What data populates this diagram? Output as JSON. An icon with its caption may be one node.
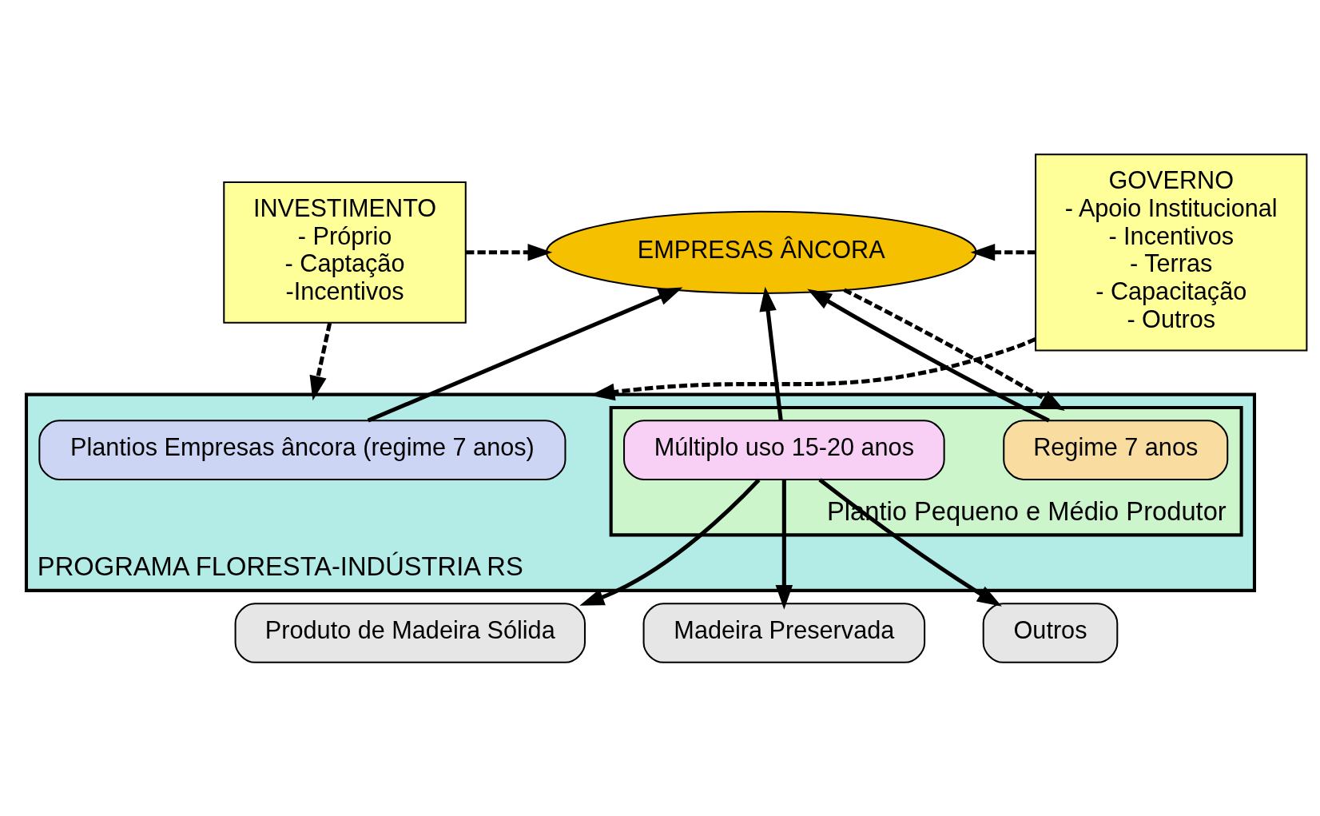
{
  "diagram": {
    "nodes": [
      {
        "text": [
          "INVESTIMENTO",
          "- Próprio",
          "- Captação",
          "-Incentivos"
        ]
      },
      {
        "text": [
          "EMPRESAS ÂNCORA"
        ]
      },
      {
        "text": [
          "GOVERNO",
          "- Apoio Institucional",
          "- Incentivos",
          "- Terras",
          "- Capacitação",
          "- Outros"
        ]
      },
      {
        "text": [
          "PROGRAMA FLORESTA-INDÚSTRIA RS"
        ]
      },
      {
        "text": [
          "Plantios Empresas âncora (regime 7 anos)"
        ],
        "in": 3
      },
      {
        "text": [
          "Plantio Pequeno e Médio Produtor"
        ],
        "in": 3
      },
      {
        "text": [
          "Regime 7 anos"
        ],
        "in": 5
      },
      {
        "text": [
          "Múltiplo uso 15-20 anos"
        ],
        "in": 5
      },
      {
        "text": [
          "Produto de Madeira Sólida"
        ]
      },
      {
        "text": [
          "Madeira Preservada"
        ]
      },
      {
        "text": [
          "Outros"
        ]
      }
    ],
    "edges": [
      {
        "from": 0,
        "to": 1,
        "arrow": "to",
        "style": "dashed"
      },
      {
        "from": 0,
        "to": 3,
        "arrow": "to",
        "style": "dashed"
      },
      {
        "from": 2,
        "to": 1,
        "arrow": "to",
        "style": "dashed"
      },
      {
        "from": 2,
        "to": 3,
        "arrow": "to",
        "style": "dashed"
      },
      {
        "from": 4,
        "to": 1,
        "arrow": "to"
      },
      {
        "from": 6,
        "to": 1,
        "arrow": "to"
      },
      {
        "from": 7,
        "to": 1,
        "arrow": "to"
      },
      {
        "from": 1,
        "to": 5,
        "arrow": "to",
        "style": "dashed"
      },
      {
        "from": 7,
        "to": 8,
        "arrow": "to"
      },
      {
        "from": 7,
        "to": 9,
        "arrow": "to"
      },
      {
        "from": 7,
        "to": 10,
        "arrow": "to"
      }
    ]
  }
}
